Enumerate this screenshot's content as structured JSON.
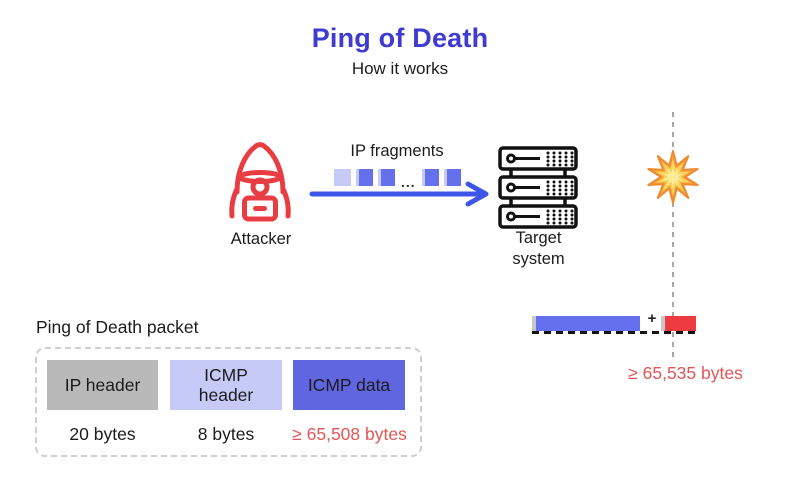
{
  "header": {
    "title": "Ping of Death",
    "subtitle": "How it works"
  },
  "flow": {
    "attacker_label": "Attacker",
    "fragments_label": "IP fragments",
    "fragments_ellipsis": "...",
    "fragment_pattern": [
      "light",
      "solid",
      "solid",
      "dots",
      "solid",
      "solid"
    ],
    "target_label": "Target system"
  },
  "overflow": {
    "plus_sign": "+",
    "size_label": "≥ 65,535 bytes"
  },
  "packet": {
    "title": "Ping of Death packet",
    "segments": [
      {
        "label": "IP header",
        "size": "20 bytes",
        "color": "#b9b9b9",
        "size_color": "#1c1c1c"
      },
      {
        "label": "ICMP header",
        "size": "8 bytes",
        "color": "#c5caf7",
        "size_color": "#1c1c1c"
      },
      {
        "label": "ICMP data",
        "size": "≥ 65,508 bytes",
        "color": "#5f66e0",
        "size_color": "#e45555"
      }
    ]
  },
  "icons": {
    "attacker": "hooded-hacker-icon",
    "target": "server-stack-icon",
    "impact": "explosion-burst-icon",
    "flow_arrow": "right-arrow-icon"
  },
  "colors": {
    "title": "#3e3ad2",
    "arrow": "#3d55e8",
    "fragment_blue": "#6470ec",
    "fragment_light": "#c5caf7",
    "attacker_red": "#e93d44",
    "bar_blue": "#6470ee",
    "excess_red": "#ee3b41",
    "red_text": "#e45555",
    "dashed_gray": "#a8a8a8"
  }
}
